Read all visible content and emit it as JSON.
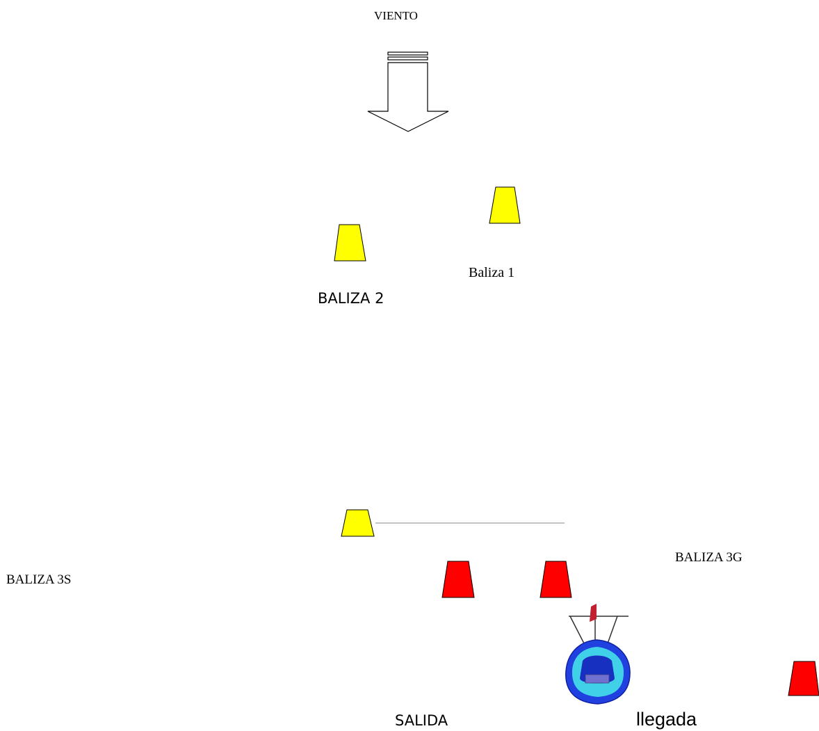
{
  "labels": {
    "wind": "VIENTO",
    "mark_1": "Baliza 1",
    "mark_2": "BALIZA 2",
    "mark_3s": "BALIZA 3S",
    "mark_3g": "BALIZA 3G",
    "start": "SALIDA",
    "finish": "llegada"
  },
  "colors": {
    "yellow_buoy": "#ffff00",
    "red_buoy": "#ff0000",
    "outline": "#000000",
    "start_line": "#a0a0a0",
    "boat_hull": "#2040e0",
    "boat_deck": "#40d0e8",
    "boat_cabin": "#7070d0",
    "flag": "#c02030"
  },
  "icons": {
    "wind_arrow": "down-arrow-icon",
    "yellow_buoy": "yellow-buoy-icon",
    "red_buoy": "red-buoy-icon",
    "committee_boat": "committee-boat-icon"
  }
}
